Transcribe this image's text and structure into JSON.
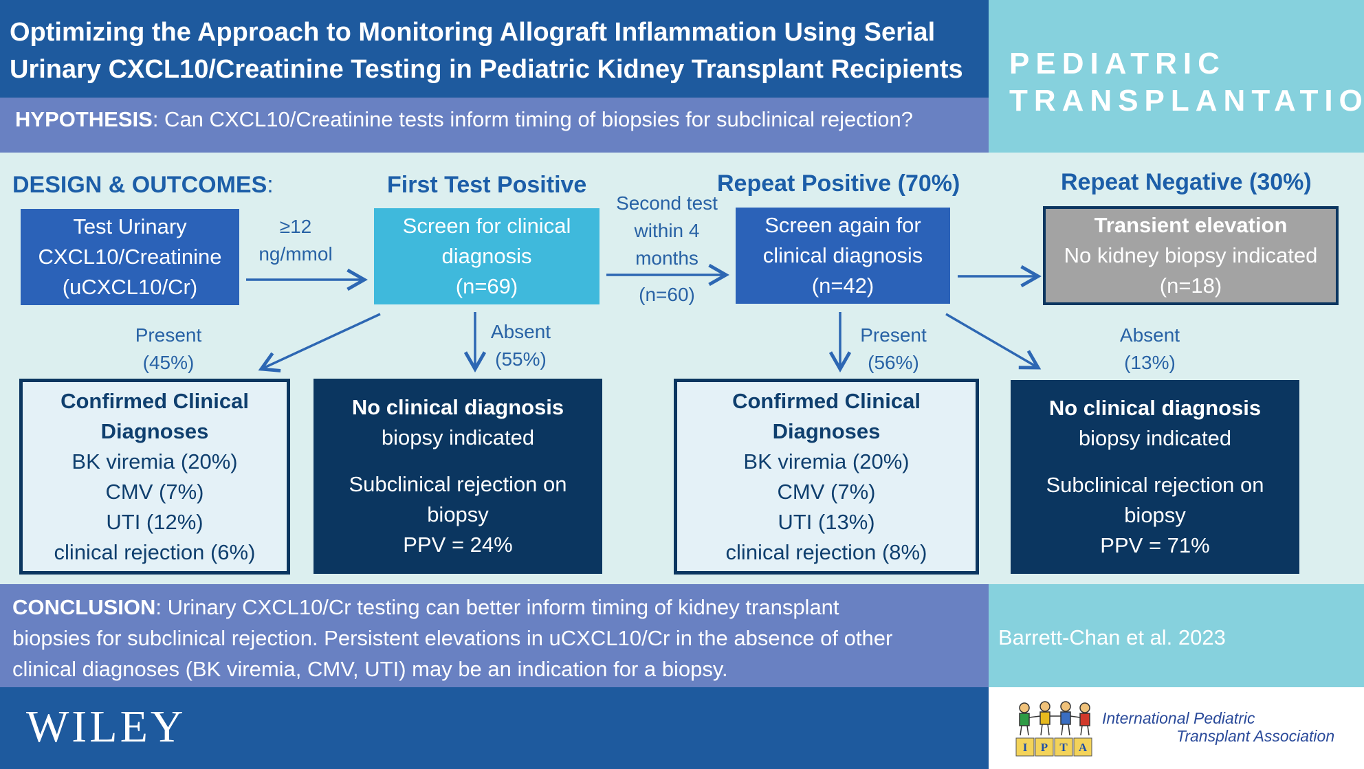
{
  "title": {
    "line1": "Optimizing the Approach to Monitoring Allograft Inflammation Using Serial",
    "line2": "Urinary CXCL10/Creatinine Testing in Pediatric Kidney Transplant Recipients"
  },
  "journal": {
    "line1": "PEDIATRIC",
    "line2": "TRANSPLANTATION"
  },
  "hypothesis": {
    "label": "HYPOTHESIS",
    "text": ": Can CXCL10/Creatinine tests inform timing of biopsies for subclinical rejection?"
  },
  "design": {
    "label": "DESIGN & OUTCOMES",
    "suffix": ":"
  },
  "headers": {
    "first_positive": "First Test Positive",
    "repeat_positive": "Repeat Positive (70%)",
    "repeat_negative": "Repeat Negative (30%)"
  },
  "boxes": {
    "test": {
      "l1": "Test Urinary",
      "l2": "CXCL10/Creatinine",
      "l3": "(uCXCL10/Cr)"
    },
    "screen1": {
      "l1": "Screen for clinical",
      "l2": "diagnosis",
      "l3": "(n=69)"
    },
    "screen2": {
      "l1": "Screen again for",
      "l2": "clinical diagnosis",
      "l3": "(n=42)"
    },
    "transient": {
      "l1": "Transient elevation",
      "l2": "No kidney biopsy indicated",
      "l3": "(n=18)"
    },
    "confirmed1": {
      "t1": "Confirmed Clinical",
      "t2": "Diagnoses",
      "i1": "BK viremia (20%)",
      "i2": "CMV (7%)",
      "i3": "UTI (12%)",
      "i4": "clinical rejection (6%)"
    },
    "noclin1": {
      "t1": "No clinical diagnosis",
      "t2": "biopsy indicated",
      "s1": "Subclinical rejection on",
      "s2": "biopsy",
      "ppv": "PPV = 24%"
    },
    "confirmed2": {
      "t1": "Confirmed Clinical",
      "t2": "Diagnoses",
      "i1": "BK viremia (20%)",
      "i2": "CMV (7%)",
      "i3": "UTI (13%)",
      "i4": "clinical rejection (8%)"
    },
    "noclin2": {
      "t1": "No clinical diagnosis",
      "t2": "biopsy indicated",
      "s1": "Subclinical rejection on",
      "s2": "biopsy",
      "ppv": "PPV = 71%"
    }
  },
  "arrow_labels": {
    "threshold": {
      "l1": "≥12",
      "l2": "ng/mmol"
    },
    "second_test": {
      "l1": "Second test",
      "l2": "within 4",
      "l3": "months",
      "n": "(n=60)"
    },
    "present1": {
      "l1": "Present",
      "l2": "(45%)"
    },
    "absent1": {
      "l1": "Absent",
      "l2": "(55%)"
    },
    "present2": {
      "l1": "Present",
      "l2": "(56%)"
    },
    "absent2": {
      "l1": "Absent",
      "l2": "(13%)"
    }
  },
  "conclusion": {
    "label": "CONCLUSION",
    "l1": ": Urinary CXCL10/Cr testing can better inform timing of kidney transplant",
    "l2": "biopsies for subclinical rejection. Persistent elevations in uCXCL10/Cr in the absence of other",
    "l3": "clinical diagnoses (BK viremia, CMV, UTI) may be an indication for a biopsy."
  },
  "citation": "Barrett-Chan et al. 2023",
  "publisher": "WILEY",
  "association": {
    "line1": "International Pediatric",
    "line2": "Transplant Association",
    "blocks": [
      "I",
      "P",
      "T",
      "A"
    ]
  },
  "colors": {
    "arrow": "#2d67b3",
    "dark_navy": "#0b3660",
    "title_blue": "#1e5a9e",
    "light_teal": "#86d1dd"
  }
}
